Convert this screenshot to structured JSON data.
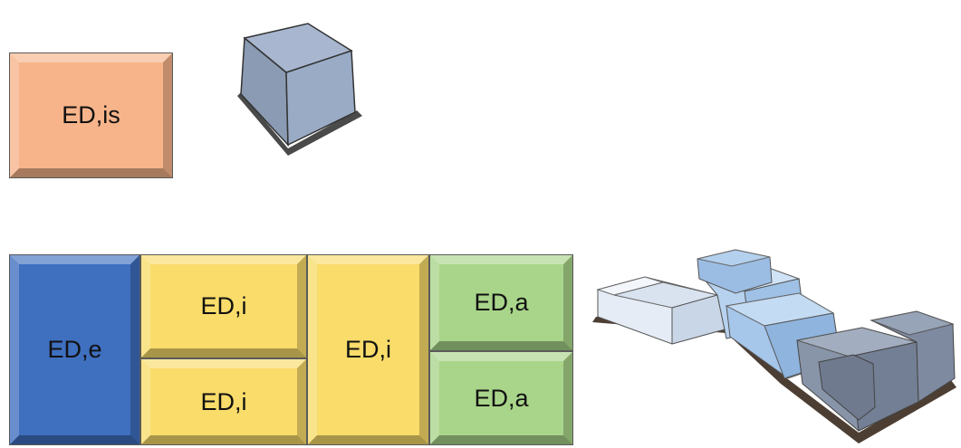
{
  "tiles": {
    "isolated": {
      "label": "ED,is",
      "color": "#f7b48a"
    },
    "external": {
      "label": "ED,e",
      "color": "#3f6fbf"
    },
    "internal_top": {
      "label": "ED,i",
      "color": "#f9dc6a"
    },
    "internal_bottom": {
      "label": "ED,i",
      "color": "#f9dc6a"
    },
    "internal_tall": {
      "label": "ED,i",
      "color": "#f9dc6a"
    },
    "adjacent_top": {
      "label": "ED,a",
      "color": "#a9d58a"
    },
    "adjacent_bottom": {
      "label": "ED,a",
      "color": "#a9d58a"
    }
  },
  "sketches": {
    "single_building_icon": "single-building-cube-icon",
    "district_icon": "building-block-cluster-icon"
  }
}
